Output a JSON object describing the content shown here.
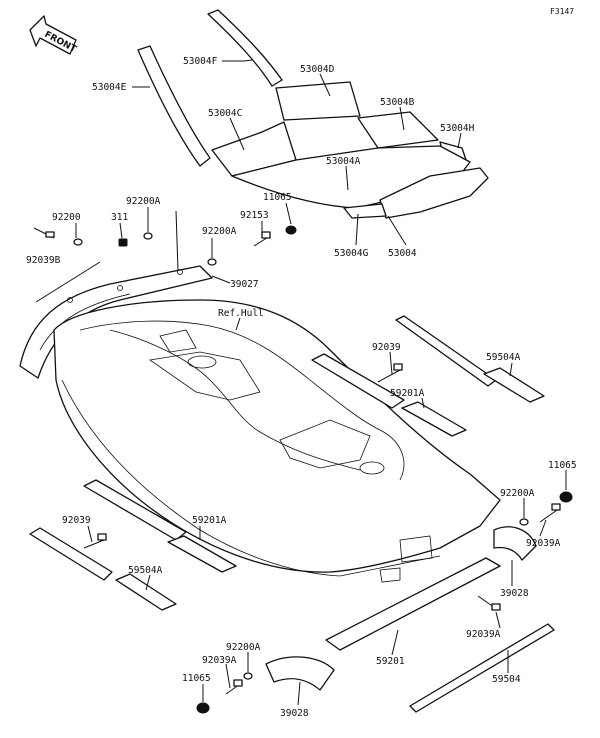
{
  "figure_code": "F3147",
  "front_label": "FRONT",
  "labels": {
    "p53004F": "53004F",
    "p53004D": "53004D",
    "p53004E": "53004E",
    "p53004B": "53004B",
    "p53004C": "53004C",
    "p53004H": "53004H",
    "p53004A": "53004A",
    "p53004G": "53004G",
    "p53004": "53004",
    "p11065_top": "11065",
    "p92200": "92200",
    "p311": "311",
    "p92200A_top": "92200A",
    "p92153": "92153",
    "p92200A_mid": "92200A",
    "p92039B": "92039B",
    "p39027": "39027",
    "ref_hull": "Ref.Hull",
    "p92039_right": "92039",
    "p59504A_right": "59504A",
    "p59201A_right": "59201A",
    "p11065_right": "11065",
    "p92200A_right": "92200A",
    "p92039A_right": "92039A",
    "p92039_left": "92039",
    "p59201A_left": "59201A",
    "p59504A_left": "59504A",
    "p39028_right": "39028",
    "p92039A_low": "92039A",
    "p92200A_bottom": "92200A",
    "p92039A_bottom": "92039A",
    "p11065_bottom": "11065",
    "p59201": "59201",
    "p59504": "59504",
    "p39028_bottom": "39028"
  }
}
